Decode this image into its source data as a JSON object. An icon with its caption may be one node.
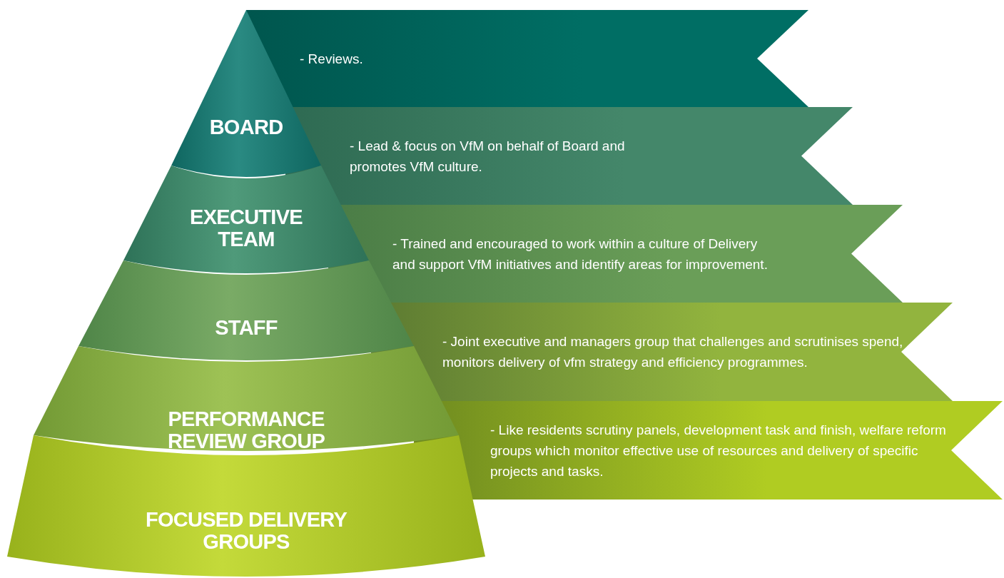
{
  "diagram": {
    "nodes": [
      {
        "text": [
          "BOARD"
        ]
      },
      {
        "text": [
          "EXECUTIVE TEAM"
        ]
      },
      {
        "text": [
          "STAFF"
        ]
      },
      {
        "text": [
          "PERFORMANCE REVIEW GROUP"
        ]
      },
      {
        "text": [
          "FOCUSED DELIVERY GROUPS"
        ]
      },
      {
        "text": [
          "- Reviews."
        ]
      },
      {
        "text": [
          "- Lead & focus on VfM on behalf of Board and promotes VfM culture."
        ]
      },
      {
        "text": [
          "- Trained and encouraged to work within a culture of Delivery and support VfM initiatives and identify areas for improvement."
        ]
      },
      {
        "text": [
          "- Joint executive and managers group that challenges and scrutinises spend, monitors delivery of vfm strategy and efficiency programmes."
        ]
      },
      {
        "text": [
          "- Like residents scrutiny panels, development task and finish, welfare reform groups which monitor effective use of resources and delivery of specific projects and tasks."
        ]
      }
    ]
  }
}
